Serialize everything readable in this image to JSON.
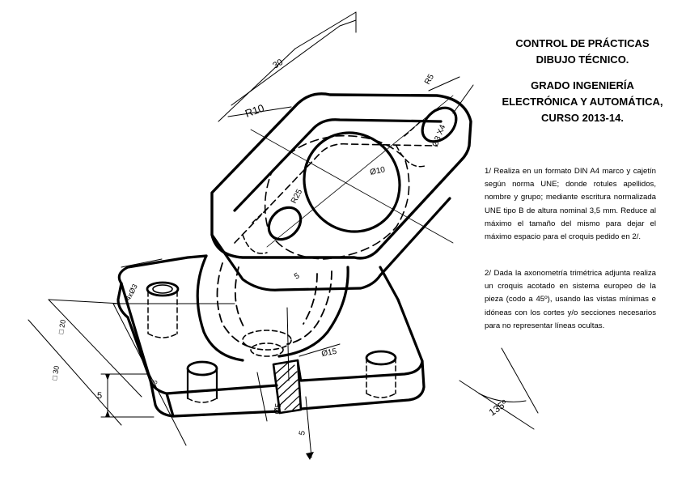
{
  "header": {
    "line1": "CONTROL DE PRÁCTICAS",
    "line2": "DIBUJO TÉCNICO.",
    "line3": "GRADO INGENIERÍA",
    "line4": "ELECTRÓNICA Y AUTOMÁTICA,",
    "line5": "CURSO 2013-14."
  },
  "instructions": {
    "item1": "1/ Realiza en un formato DIN A4 marco y cajetín según norma UNE; donde rotules apellidos, nombre y grupo; mediante escritura normalizada UNE tipo B de altura nominal 3,5 mm. Reduce al máximo el tamaño del mismo para dejar el máximo espacio para el croquis pedido en 2/.",
    "item2": "2/ Dada la axonometría trimétrica adjunta realiza un croquis acotado en sistema europeo de la pieza (codo a 45º), usando las vistas mínimas e idóneas con los cortes y/o secciones necesarios para no representar líneas ocultas."
  },
  "dimensions": {
    "d30": "30",
    "r5": "R5",
    "r10": "R10",
    "d3x4": "Ø3 X4",
    "d10": "Ø10",
    "r25": "R25",
    "d5a": "5",
    "d4x3": "4xØ3",
    "sq20": "□ 20",
    "sq30": "□ 30",
    "d5b": "5",
    "r5b": "R5",
    "d15": "Ø15",
    "d5c": "Ø5",
    "d5d": "5",
    "angle": "135º"
  }
}
